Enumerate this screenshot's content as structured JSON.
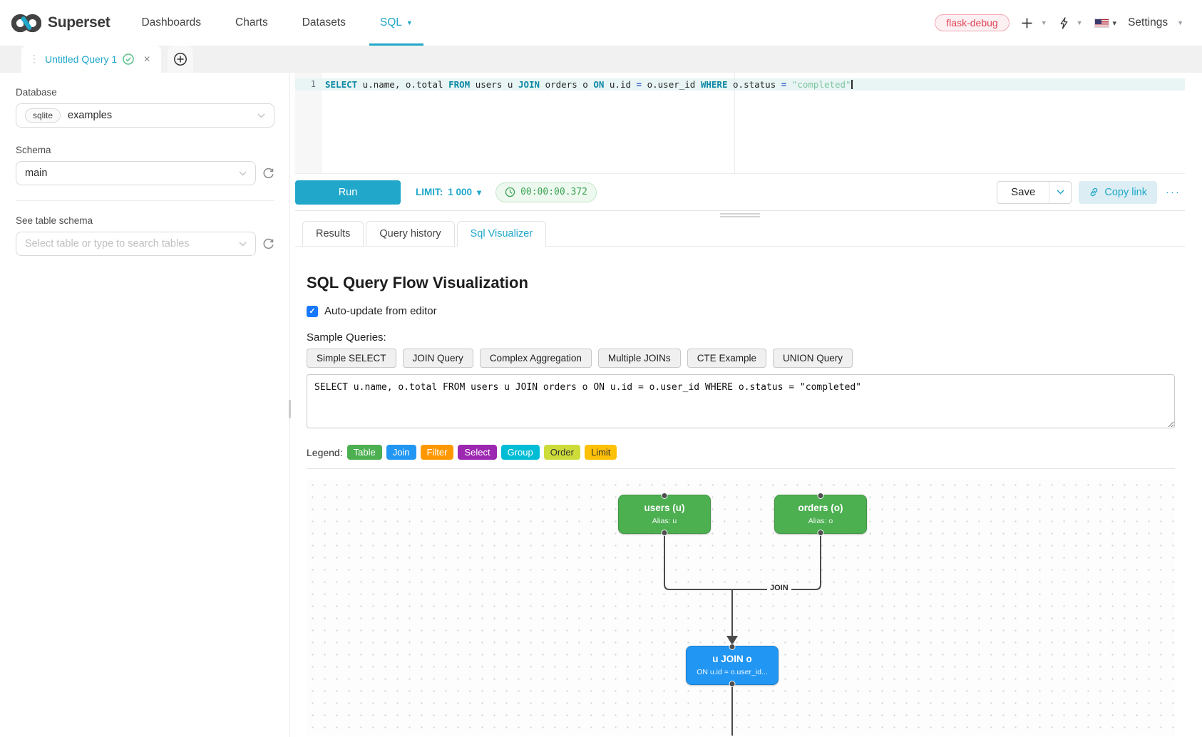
{
  "navbar": {
    "brand": "Superset",
    "items": [
      {
        "label": "Dashboards",
        "active": false
      },
      {
        "label": "Charts",
        "active": false
      },
      {
        "label": "Datasets",
        "active": false
      },
      {
        "label": "SQL",
        "active": true
      }
    ],
    "env_tag": "flask-debug",
    "settings_label": "Settings"
  },
  "tabstrip": {
    "active_tab_label": "Untitled Query 1"
  },
  "sidebar": {
    "database_label": "Database",
    "database_engine_badge": "sqlite",
    "database_value": "examples",
    "schema_label": "Schema",
    "schema_value": "main",
    "table_schema_label": "See table schema",
    "table_placeholder": "Select table or type to search tables"
  },
  "editor": {
    "line_number": "1",
    "tokens": [
      {
        "text": "SELECT",
        "type": "kw"
      },
      {
        "text": " u.name, o.total ",
        "type": "id"
      },
      {
        "text": "FROM",
        "type": "kw"
      },
      {
        "text": " users u ",
        "type": "id"
      },
      {
        "text": "JOIN",
        "type": "kw"
      },
      {
        "text": " orders o ",
        "type": "id"
      },
      {
        "text": "ON",
        "type": "kw"
      },
      {
        "text": " u.id ",
        "type": "id"
      },
      {
        "text": "=",
        "type": "op"
      },
      {
        "text": " o.user_id ",
        "type": "id"
      },
      {
        "text": "WHERE",
        "type": "kw"
      },
      {
        "text": " o.status ",
        "type": "id"
      },
      {
        "text": "=",
        "type": "op"
      },
      {
        "text": " ",
        "type": "id"
      },
      {
        "text": "\"completed\"",
        "type": "str"
      }
    ]
  },
  "toolbar": {
    "run_label": "Run",
    "limit_label": "LIMIT:",
    "limit_value": "1 000",
    "timer_value": "00:00:00.372",
    "save_label": "Save",
    "copy_link_label": "Copy link",
    "more_label": "···"
  },
  "south_tabs": [
    {
      "label": "Results",
      "active": false
    },
    {
      "label": "Query history",
      "active": false
    },
    {
      "label": "Sql Visualizer",
      "active": true
    }
  ],
  "visualizer": {
    "title": "SQL Query Flow Visualization",
    "auto_update_label": "Auto-update from editor",
    "auto_update_checked": true,
    "sample_queries_label": "Sample Queries:",
    "sample_buttons": [
      "Simple SELECT",
      "JOIN Query",
      "Complex Aggregation",
      "Multiple JOINs",
      "CTE Example",
      "UNION Query"
    ],
    "sql_input_value": "SELECT u.name, o.total FROM users u JOIN orders o ON u.id = o.user_id WHERE o.status = \"completed\"",
    "legend_label": "Legend:",
    "legend": [
      {
        "label": "Table",
        "color": "#4caf50",
        "text_color": "#ffffff"
      },
      {
        "label": "Join",
        "color": "#2196f3",
        "text_color": "#ffffff"
      },
      {
        "label": "Filter",
        "color": "#ff9800",
        "text_color": "#ffffff"
      },
      {
        "label": "Select",
        "color": "#9c27b0",
        "text_color": "#ffffff"
      },
      {
        "label": "Group",
        "color": "#00bcd4",
        "text_color": "#ffffff"
      },
      {
        "label": "Order",
        "color": "#cddc39",
        "text_color": "#333333"
      },
      {
        "label": "Limit",
        "color": "#ffc107",
        "text_color": "#333333"
      }
    ],
    "flow": {
      "edge_label": "JOIN",
      "nodes": {
        "users": {
          "title": "users (u)",
          "subtitle": "Alias: u",
          "color": "#4caf50"
        },
        "orders": {
          "title": "orders (o)",
          "subtitle": "Alias: o",
          "color": "#4caf50"
        },
        "join": {
          "title": "u JOIN o",
          "subtitle": "ON u.id = o.user_id...",
          "color": "#2196f3"
        }
      }
    }
  },
  "colors": {
    "accent": "#20a7c9",
    "env_tag": "#e04355",
    "success": "#5ac189"
  }
}
